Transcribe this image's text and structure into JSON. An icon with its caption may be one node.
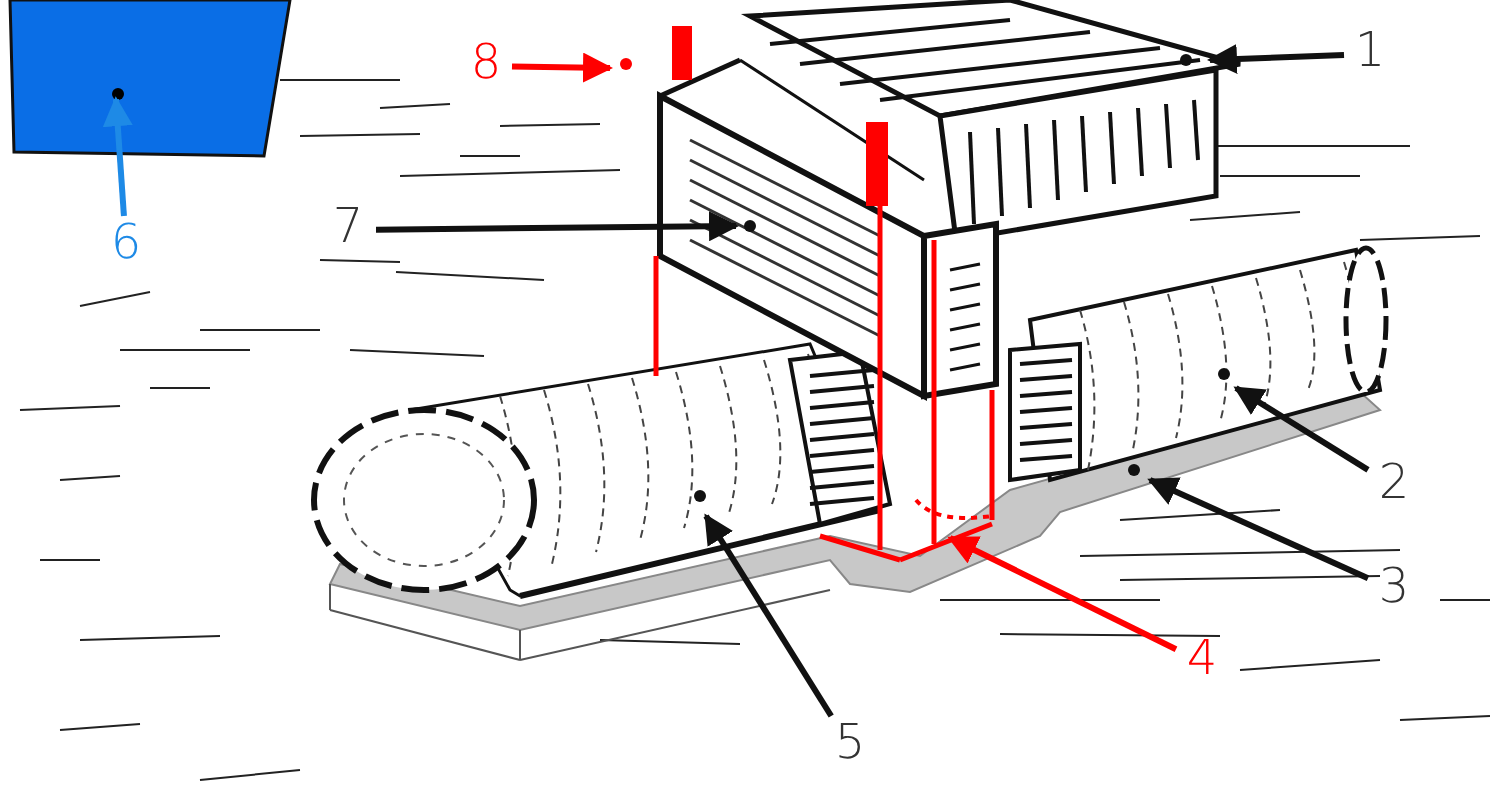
{
  "diagram": {
    "nodes": [
      {
        "text": [],
        "shape": "box"
      },
      {
        "text": [
          "8"
        ]
      },
      {
        "text": [
          "1"
        ]
      },
      {
        "text": [
          "7"
        ]
      },
      {
        "text": [
          "6"
        ]
      },
      {
        "text": [
          "2"
        ]
      },
      {
        "text": [
          "4"
        ]
      },
      {
        "text": [
          "3"
        ]
      },
      {
        "text": [
          "5"
        ]
      }
    ],
    "edges": [
      {
        "from": 1,
        "to": null,
        "arrow": "to",
        "color": "#ff0000"
      },
      {
        "from": 2,
        "to": null,
        "arrow": "to"
      },
      {
        "from": 3,
        "to": null,
        "arrow": "to"
      },
      {
        "from": 4,
        "to": 0,
        "arrow": "to",
        "color": "#1e8ae6"
      },
      {
        "from": 5,
        "to": null,
        "arrow": "to"
      },
      {
        "from": 6,
        "to": null,
        "arrow": "to",
        "color": "#ff0000"
      },
      {
        "from": 7,
        "to": null,
        "arrow": "to"
      },
      {
        "from": 8,
        "to": null,
        "arrow": "to"
      }
    ]
  }
}
